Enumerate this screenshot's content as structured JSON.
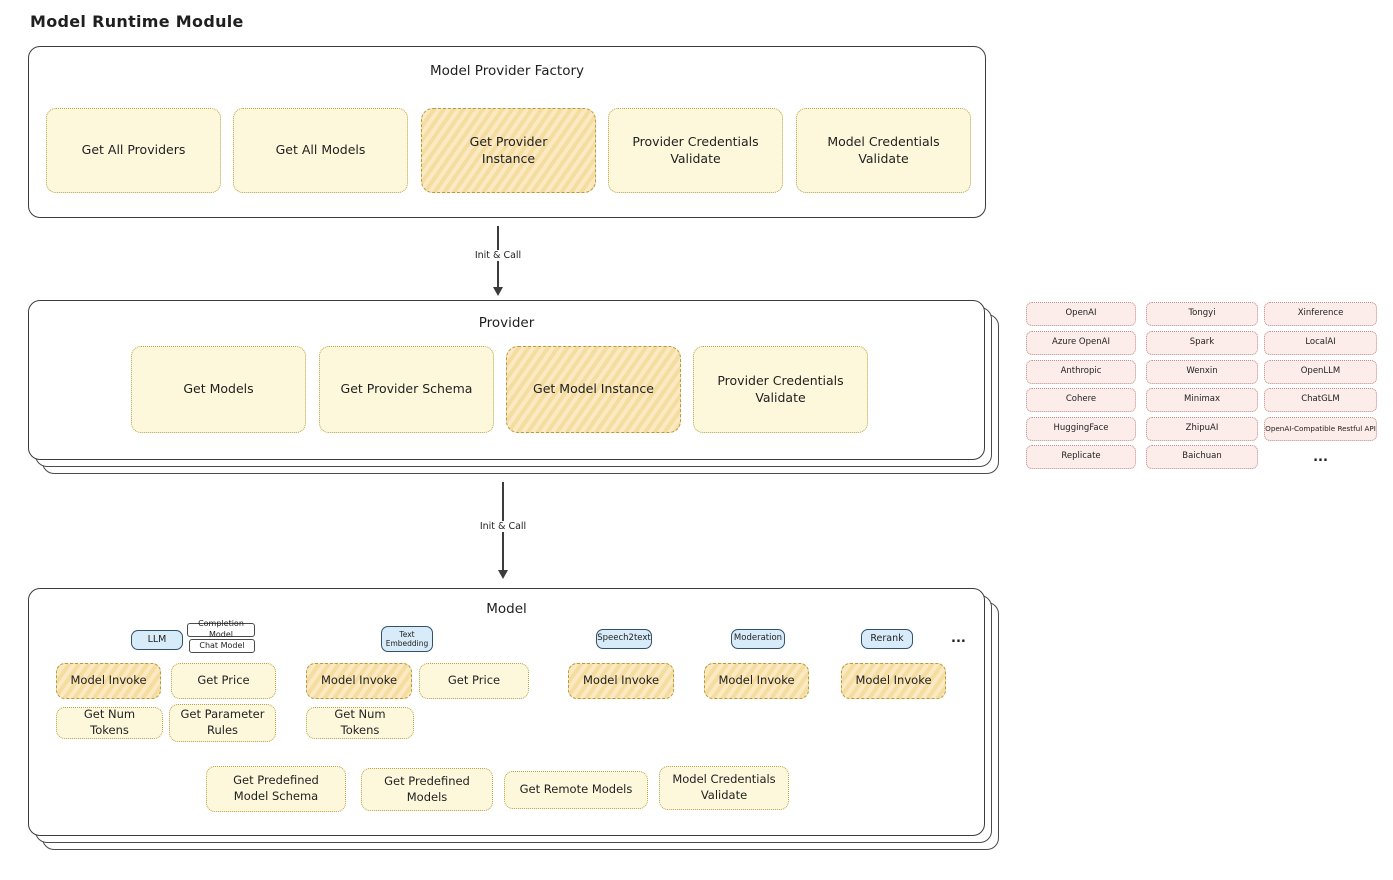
{
  "page_title": "Model Runtime Module",
  "factory": {
    "title": "Model Provider Factory",
    "buttons": [
      {
        "label": "Get All Providers",
        "highlight": false
      },
      {
        "label": "Get All Models",
        "highlight": false
      },
      {
        "label": "Get Provider Instance",
        "highlight": true
      },
      {
        "label": "Provider Credentials Validate",
        "highlight": false
      },
      {
        "label": "Model Credentials Validate",
        "highlight": false
      }
    ]
  },
  "arrow1": {
    "label": "Init & Call"
  },
  "provider": {
    "title": "Provider",
    "buttons": [
      {
        "label": "Get Models",
        "highlight": false
      },
      {
        "label": "Get Provider Schema",
        "highlight": false
      },
      {
        "label": "Get Model Instance",
        "highlight": true
      },
      {
        "label": "Provider Credentials Validate",
        "highlight": false
      }
    ]
  },
  "provider_list": {
    "col1": [
      "OpenAI",
      "Azure OpenAI",
      "Anthropic",
      "Cohere",
      "HuggingFace",
      "Replicate"
    ],
    "col2": [
      "Tongyi",
      "Spark",
      "Wenxin",
      "Minimax",
      "ZhipuAI",
      "Baichuan"
    ],
    "col3": [
      "Xinference",
      "LocalAI",
      "OpenLLM",
      "ChatGLM",
      "OpenAI-Compatible Restful API"
    ],
    "more": "..."
  },
  "arrow2": {
    "label": "Init & Call"
  },
  "model": {
    "title": "Model",
    "tabs": {
      "llm": "LLM",
      "completion_model": "Completion Model",
      "chat_model": "Chat Model",
      "text_embedding": "Text Embedding",
      "speech2text": "Speech2text",
      "moderation": "Moderation",
      "rerank": "Rerank",
      "more": "..."
    },
    "llm_buttons": [
      "Model Invoke",
      "Get Price",
      "Get Num Tokens",
      "Get Parameter Rules"
    ],
    "embedding_buttons": [
      "Model Invoke",
      "Get Price",
      "Get Num Tokens"
    ],
    "speech2text_buttons": [
      "Model Invoke"
    ],
    "moderation_buttons": [
      "Model Invoke"
    ],
    "rerank_buttons": [
      "Model Invoke"
    ],
    "bottom_buttons": [
      "Get Predefined Model Schema",
      "Get Predefined Models",
      "Get Remote Models",
      "Model Credentials Validate"
    ]
  },
  "colors": {
    "yellow_fill": "#fdf8dc",
    "yellow_border": "#b9a44c",
    "orange_fill": "#f5dda0",
    "pink_fill": "#fcecea",
    "pink_border": "#c08f8f",
    "blue_fill": "#d8ebf9",
    "ink": "#1f1f1f"
  }
}
